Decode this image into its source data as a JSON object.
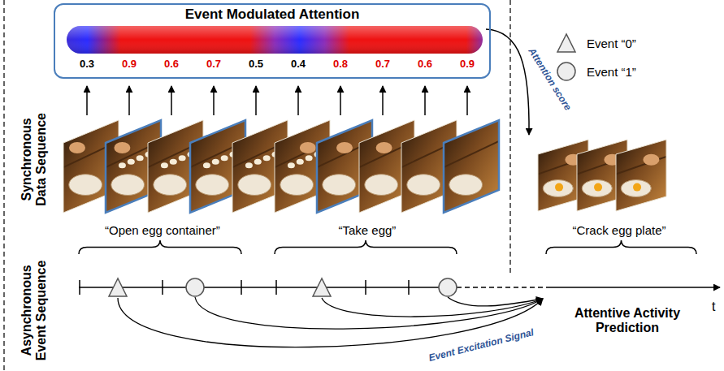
{
  "diagram": {
    "nodes": [
      {
        "text": [
          "Event Modulated Attention"
        ]
      }
    ],
    "labels": [
      "0.3",
      "0.9",
      "0.6",
      "0.7",
      "0.5",
      "0.4",
      "0.8",
      "0.7",
      "0.6",
      "0.9",
      "Synchronous Data Sequence",
      "Asynchronous Event Sequence",
      "“Open egg container”",
      "“Take egg”",
      "Attention score",
      "“Crack egg plate”",
      "Event Excitation Signal",
      "Attentive Activity Prediction",
      "t"
    ],
    "legend": [
      {
        "text": "Event “0”"
      },
      {
        "text": "Event “1”"
      }
    ]
  }
}
